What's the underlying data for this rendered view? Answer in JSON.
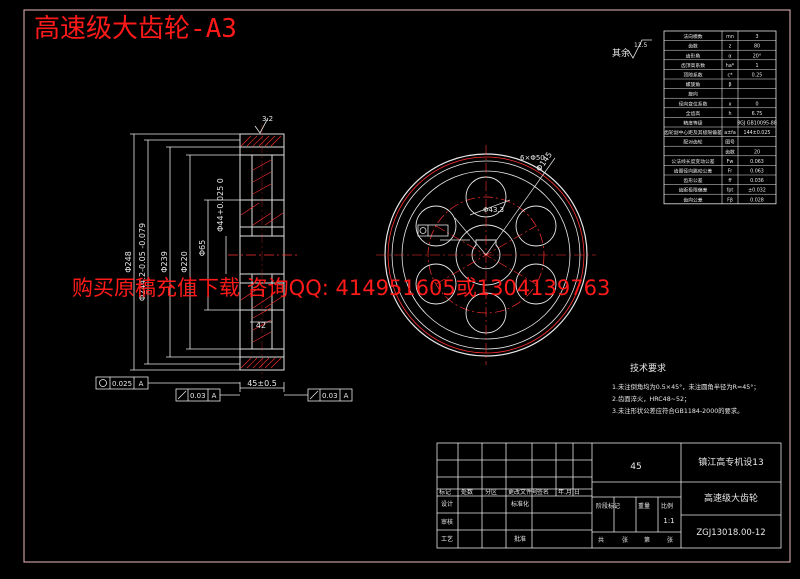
{
  "title": "高速级大齿轮-A3",
  "watermark": "购买原稿充值下载 咨询QQ: 414951605或1304139763",
  "roughness_note": "其余",
  "roughness_value": "12.5",
  "tech_heading": "技术要求",
  "tech_lines": [
    "1.未注倒角均为0.5×45°，未注圆角半径为R=45°；",
    "2.齿面淬火，HRC48~52；",
    "3.未注形状公差应符合GB1184-2000的要求。"
  ],
  "dims": {
    "d_outer": "Φ248",
    "d_tip": "Φ244.2-0.05 -0.079",
    "d_root": "Φ239",
    "d_hub_outer": "Φ220",
    "d_hub": "Φ65",
    "d_bore": "Φ44+0.025 0",
    "width": "45±0.5",
    "keyway": "42",
    "roughness_top": "3.2",
    "r_pcd": "Φ145",
    "r_small": "Φ43.3",
    "holes": "6×Φ50"
  },
  "tolerances": {
    "runout_left": "0.025",
    "runout_left_ref": "A",
    "runout_bottom": "0.03",
    "runout_bottom_ref": "A",
    "runout_right": "0.03",
    "runout_right_ref": "A",
    "datum_a": "A"
  },
  "param_rows": [
    [
      "法向模数",
      "mn",
      "3"
    ],
    [
      "齿数",
      "z",
      "80"
    ],
    [
      "齿形角",
      "α",
      "20°"
    ],
    [
      "齿顶高系数",
      "ha*",
      "1"
    ],
    [
      "顶隙系数",
      "c*",
      "0.25"
    ],
    [
      "螺旋角",
      "β",
      ""
    ],
    [
      "旋向",
      "",
      ""
    ],
    [
      "径向变位系数",
      "x",
      "0"
    ],
    [
      "全齿高",
      "h",
      "6.75"
    ],
    [
      "精度等级",
      "",
      "8GJ GB10095-88"
    ],
    [
      "齿轮副中心距及其极限偏差",
      "a±fa",
      "144±0.025"
    ],
    [
      "配对齿轮",
      "图号",
      ""
    ],
    [
      "",
      "齿数",
      "20"
    ],
    [
      "公法线长度变动公差",
      "Fw",
      "0.063"
    ],
    [
      "齿圈径向跳动公差",
      "Fr",
      "0.063"
    ],
    [
      "齿形公差",
      "ff",
      "0.036"
    ],
    [
      "齿距极限偏差",
      "fpt",
      "±0.032"
    ],
    [
      "齿向公差",
      "Fβ",
      "0.028"
    ]
  ],
  "title_block": {
    "school": "镇江高专机设13",
    "part_name": "高速级大齿轮",
    "material": "45",
    "scale": "1:1",
    "drawing_no": "ZGJ13018.00-12",
    "labels_row1": [
      "标记",
      "处数",
      "分区",
      "更改文件号",
      "签名",
      "年.月.日"
    ],
    "design": "设计",
    "standardize": "标准化",
    "stage_label": "阶段标记",
    "weight_label": "重量",
    "scale_label": "比例",
    "review": "审核",
    "process": "工艺",
    "approve": "批准",
    "sheet_labels": [
      "共",
      "张",
      "第",
      "张"
    ]
  }
}
